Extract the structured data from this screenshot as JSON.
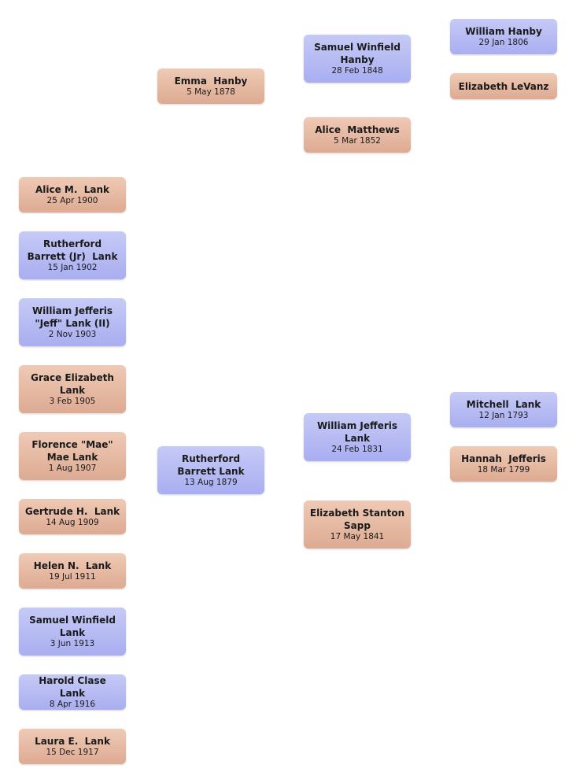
{
  "chart": {
    "children": [
      {
        "name": "Alice M.  Lank",
        "date": "25 Apr 1900",
        "sex": "female"
      },
      {
        "name": "Rutherford Barrett (Jr)  Lank",
        "date": "15 Jan 1902",
        "sex": "male"
      },
      {
        "name": "William Jefferis \"Jeff\" Lank (II)",
        "date": "2 Nov 1903",
        "sex": "male"
      },
      {
        "name": "Grace Elizabeth Lank",
        "date": "3 Feb 1905",
        "sex": "female"
      },
      {
        "name": "Florence \"Mae\" Mae Lank",
        "date": "1 Aug 1907",
        "sex": "female"
      },
      {
        "name": "Gertrude H.  Lank",
        "date": "14 Aug 1909",
        "sex": "female"
      },
      {
        "name": "Helen N.  Lank",
        "date": "19 Jul 1911",
        "sex": "female"
      },
      {
        "name": "Samuel Winfield Lank",
        "date": "3 Jun 1913",
        "sex": "male"
      },
      {
        "name": "Harold Clase  Lank",
        "date": "8 Apr 1916",
        "sex": "male"
      },
      {
        "name": "Laura E.  Lank",
        "date": "15 Dec 1917",
        "sex": "female"
      }
    ],
    "parents": [
      {
        "name": "Emma  Hanby",
        "date": "5 May 1878",
        "sex": "female"
      },
      {
        "name": "Rutherford  Barrett Lank",
        "date": "13 Aug 1879",
        "sex": "male"
      }
    ],
    "grandparents": [
      {
        "name": "Samuel Winfield Hanby",
        "date": "28 Feb 1848",
        "sex": "male"
      },
      {
        "name": "Alice  Matthews",
        "date": "5 Mar 1852",
        "sex": "female"
      },
      {
        "name": "William Jefferis Lank",
        "date": "24 Feb 1831",
        "sex": "male"
      },
      {
        "name": "Elizabeth Stanton Sapp",
        "date": "17 May 1841",
        "sex": "female"
      }
    ],
    "great_grandparents": [
      {
        "name": "William Hanby",
        "date": "29 Jan 1806",
        "sex": "male"
      },
      {
        "name": "Elizabeth LeVanz",
        "date": "",
        "sex": "female"
      },
      {
        "name": "Mitchell  Lank",
        "date": "12 Jan 1793",
        "sex": "male"
      },
      {
        "name": "Hannah  Jefferis",
        "date": "18 Mar 1799",
        "sex": "female"
      }
    ]
  }
}
